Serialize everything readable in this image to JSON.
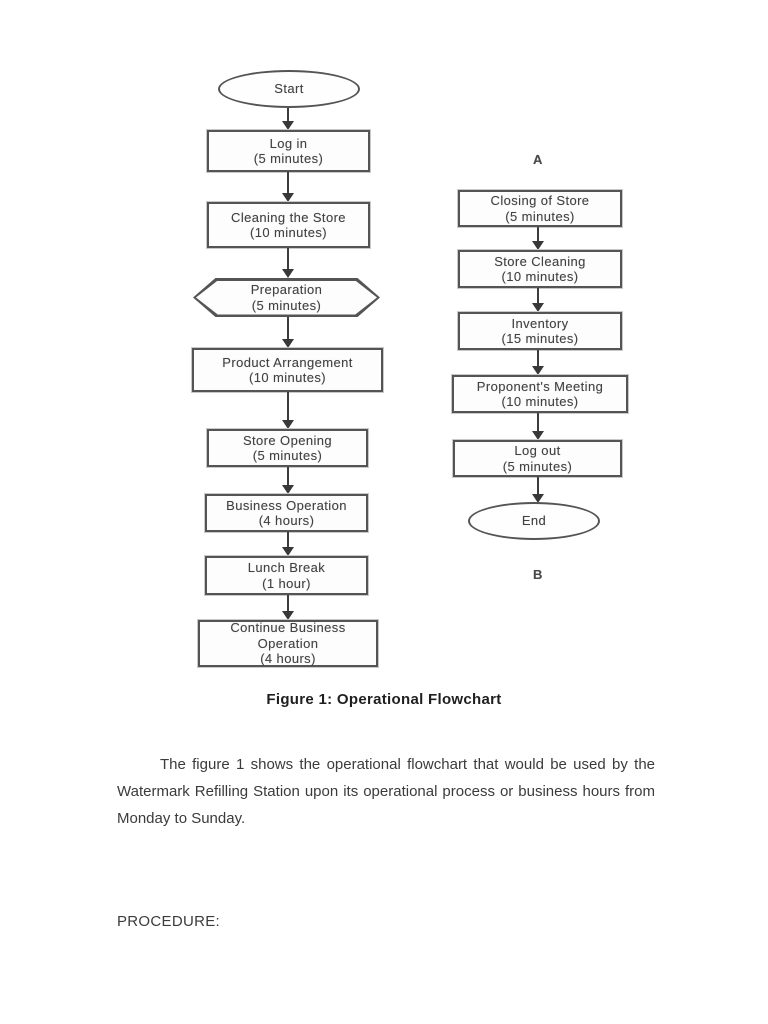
{
  "figure": {
    "caption": "Figure 1: Operational Flowchart"
  },
  "body_text": {
    "paragraph": "The figure 1 shows the operational flowchart that would be used by the Watermark Refilling Station upon its operational process or business hours from Monday to Sunday.",
    "procedure_heading": "PROCEDURE:"
  },
  "flowchart": {
    "colors": {
      "line": "#3c3c3c",
      "box_border": "#545454",
      "text": "#424242",
      "page_background": "#ffffff"
    },
    "connectors": {
      "a_label": "A",
      "b_label": "B"
    },
    "left_column": [
      {
        "shape": "oval",
        "label": "Start",
        "duration": ""
      },
      {
        "shape": "rect",
        "label": "Log in",
        "duration": "(5 minutes)"
      },
      {
        "shape": "rect",
        "label": "Cleaning the Store",
        "duration": "(10 minutes)"
      },
      {
        "shape": "hexagon",
        "label": "Preparation",
        "duration": "(5 minutes)"
      },
      {
        "shape": "rect",
        "label": "Product Arrangement",
        "duration": "(10 minutes)"
      },
      {
        "shape": "rect",
        "label": "Store Opening",
        "duration": "(5 minutes)"
      },
      {
        "shape": "rect",
        "label": "Business Operation",
        "duration": "(4 hours)"
      },
      {
        "shape": "rect",
        "label": "Lunch Break",
        "duration": "(1 hour)"
      },
      {
        "shape": "rect",
        "label": "Continue Business Operation",
        "duration": "(4 hours)"
      }
    ],
    "right_column": [
      {
        "shape": "rect",
        "label": "Closing of Store",
        "duration": "(5 minutes)"
      },
      {
        "shape": "rect",
        "label": "Store Cleaning",
        "duration": "(10 minutes)"
      },
      {
        "shape": "rect",
        "label": "Inventory",
        "duration": "(15 minutes)"
      },
      {
        "shape": "rect",
        "label": "Proponent's Meeting",
        "duration": "(10 minutes)"
      },
      {
        "shape": "rect",
        "label": "Log out",
        "duration": "(5 minutes)"
      },
      {
        "shape": "oval",
        "label": "End",
        "duration": ""
      }
    ]
  }
}
